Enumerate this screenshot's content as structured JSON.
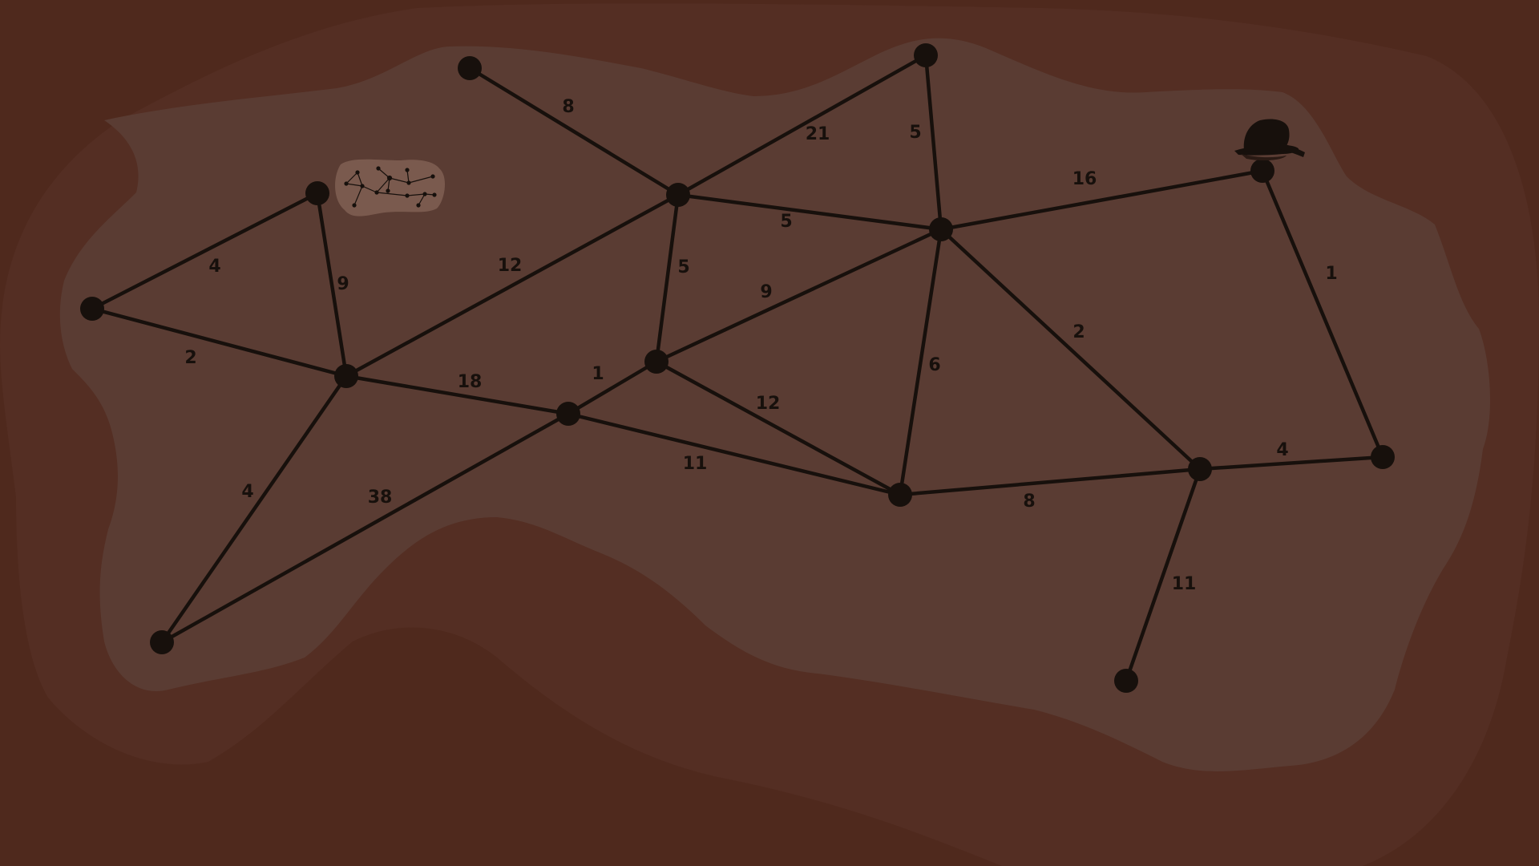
{
  "game": {
    "type": "graph-shortest-path-puzzle",
    "colors": {
      "background_outer": "#4f291d",
      "background_mid": "#542e23",
      "cave_floor": "#5a3c33",
      "ink": "#17100c",
      "minimap_bg": "#7a5a4e"
    },
    "nodes": [
      {
        "id": "n1"
      },
      {
        "id": "n2"
      },
      {
        "id": "n3"
      },
      {
        "id": "n4"
      },
      {
        "id": "n5"
      },
      {
        "id": "n6"
      },
      {
        "id": "n7"
      },
      {
        "id": "n8"
      },
      {
        "id": "n9"
      },
      {
        "id": "n10"
      },
      {
        "id": "n11"
      },
      {
        "id": "n12"
      },
      {
        "id": "n13"
      },
      {
        "id": "n14"
      },
      {
        "id": "n15"
      },
      {
        "id": "n16"
      }
    ],
    "edges": [
      {
        "from": "n1",
        "to": "n4",
        "weight": "8"
      },
      {
        "from": "n2",
        "to": "n4",
        "weight": "21"
      },
      {
        "from": "n2",
        "to": "n5",
        "weight": "5"
      },
      {
        "from": "n4",
        "to": "n5",
        "weight": "5"
      },
      {
        "from": "n5",
        "to": "n6",
        "weight": "16"
      },
      {
        "from": "n3",
        "to": "n7",
        "weight": "4"
      },
      {
        "from": "n3",
        "to": "n8",
        "weight": "9"
      },
      {
        "from": "n7",
        "to": "n8",
        "weight": "2"
      },
      {
        "from": "n4",
        "to": "n8",
        "weight": "12"
      },
      {
        "from": "n4",
        "to": "n9",
        "weight": "5"
      },
      {
        "from": "n5",
        "to": "n9",
        "weight": "9"
      },
      {
        "from": "n8",
        "to": "n10",
        "weight": "18"
      },
      {
        "from": "n9",
        "to": "n10",
        "weight": "1"
      },
      {
        "from": "n9",
        "to": "n11",
        "weight": "12"
      },
      {
        "from": "n10",
        "to": "n11",
        "weight": "11"
      },
      {
        "from": "n5",
        "to": "n11",
        "weight": "6"
      },
      {
        "from": "n5",
        "to": "n12",
        "weight": "2"
      },
      {
        "from": "n11",
        "to": "n12",
        "weight": "8"
      },
      {
        "from": "n6",
        "to": "n13",
        "weight": "1"
      },
      {
        "from": "n12",
        "to": "n13",
        "weight": "4"
      },
      {
        "from": "n8",
        "to": "n14",
        "weight": "4"
      },
      {
        "from": "n10",
        "to": "n14",
        "weight": "38"
      },
      {
        "from": "n12",
        "to": "n15",
        "weight": "11"
      }
    ],
    "player": {
      "icon": "witch-hat-icon",
      "at_node": "n6"
    },
    "minimap": {
      "icon": "constellation-map-icon"
    }
  }
}
